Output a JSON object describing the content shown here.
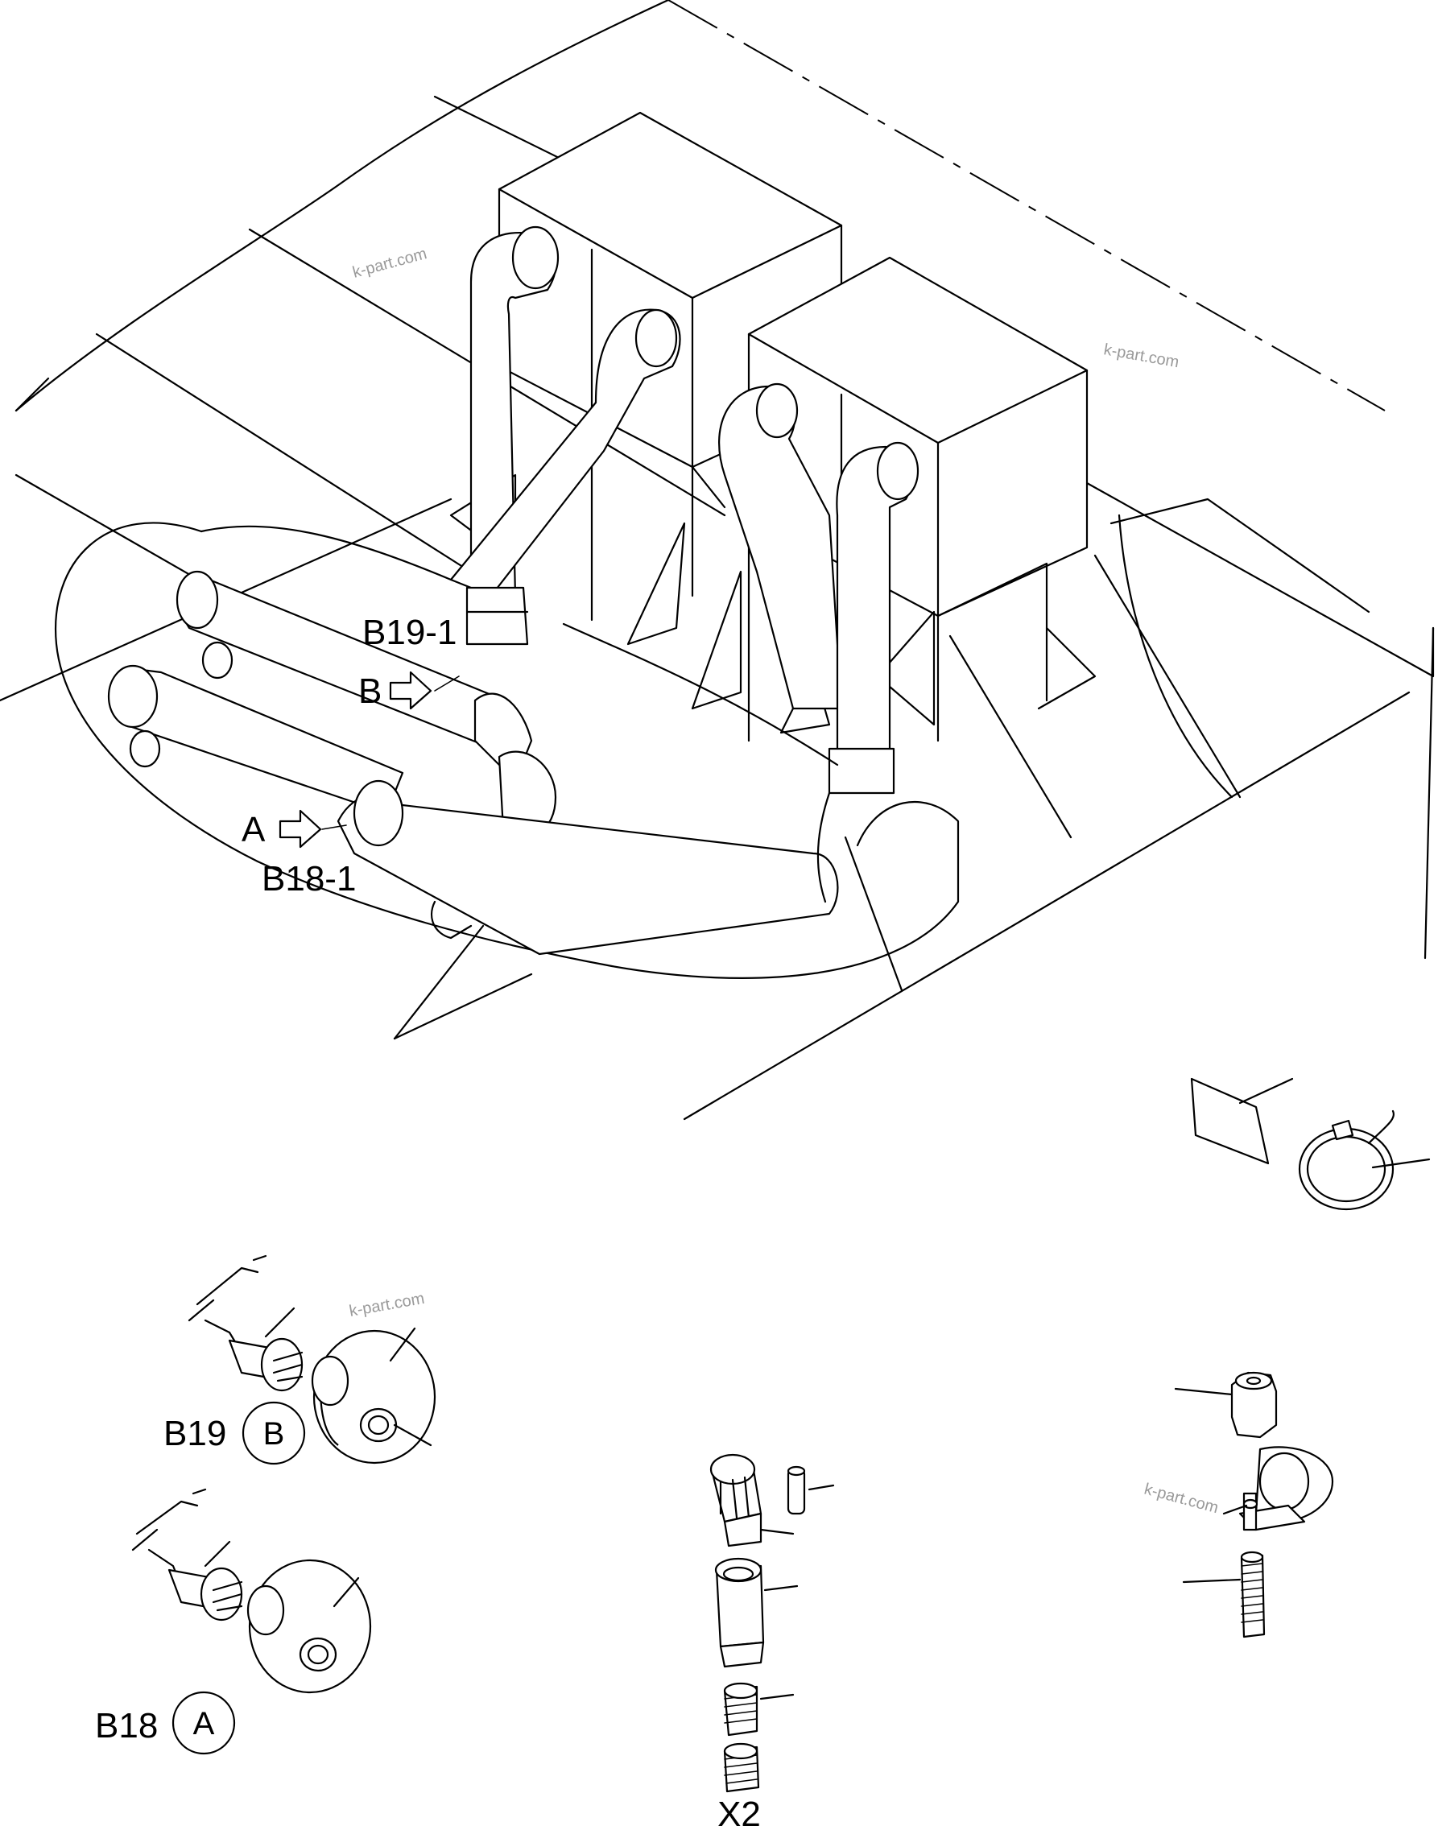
{
  "labels": {
    "b19_1": "B19-1",
    "b18_1": "B18-1",
    "arrow_b": "B",
    "arrow_a": "A",
    "b19": "B19",
    "b19_circle": "B",
    "b18": "B18",
    "b18_circle": "A",
    "x2": "X2"
  },
  "watermarks": [
    "k-part.com",
    "k-part.com",
    "k-part.com",
    "k-part.com"
  ]
}
